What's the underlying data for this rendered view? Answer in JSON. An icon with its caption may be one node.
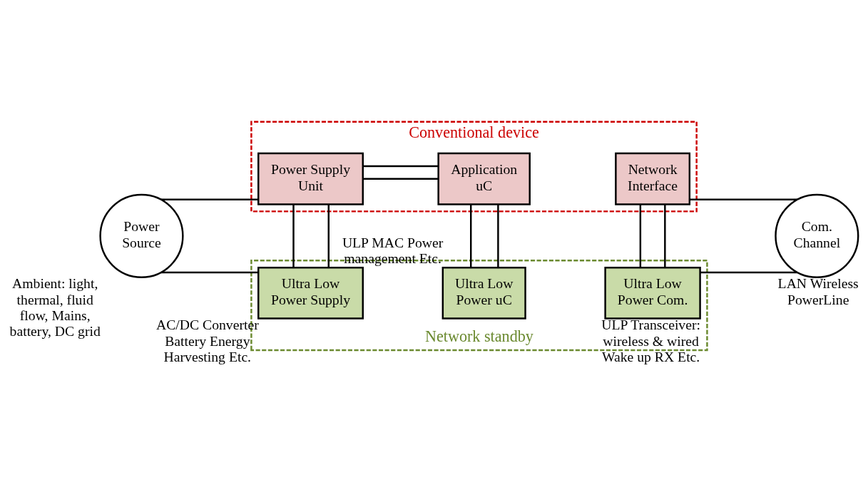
{
  "diagram": {
    "nodes": [
      {
        "text": [
          "Power Source"
        ],
        "beside": [
          "Ambient: light, thermal, fluid flow, Mains, battery, DC grid"
        ]
      },
      {
        "text": [
          "Conventional device"
        ]
      },
      {
        "text": [
          "Power Supply Unit"
        ],
        "in": 1
      },
      {
        "text": [
          "Application",
          "uC"
        ],
        "in": 1
      },
      {
        "text": [
          "Network Interface"
        ],
        "in": 1
      },
      {
        "text": [
          "Network standby"
        ]
      },
      {
        "text": [
          "Ultra Low Power Supply"
        ],
        "in": 5,
        "beside": [
          "AC/DC Converter Battery Energy Harvesting Etc."
        ]
      },
      {
        "text": [
          "Ultra Low Power uC"
        ],
        "in": 5,
        "beside": [
          "ULP MAC Power management Etc."
        ]
      },
      {
        "text": [
          "Ultra Low Power Com."
        ],
        "in": 5,
        "beside": [
          "ULP Transceiver: wireless & wired Wake up RX Etc."
        ]
      },
      {
        "text": [
          "Com. Channel"
        ],
        "beside": [
          "LAN Wireless PowerLine"
        ]
      }
    ],
    "edges": [
      {
        "from": 0,
        "to": 2,
        "arrow": "none"
      },
      {
        "from": 0,
        "to": 6,
        "arrow": "none"
      },
      {
        "from": 2,
        "to": 3,
        "arrow": "none"
      },
      {
        "from": 2,
        "to": 3,
        "arrow": "none"
      },
      {
        "from": 2,
        "to": 6,
        "arrow": "none"
      },
      {
        "from": 2,
        "to": 6,
        "arrow": "none"
      },
      {
        "from": 3,
        "to": 7,
        "arrow": "none"
      },
      {
        "from": 3,
        "to": 7,
        "arrow": "none"
      },
      {
        "from": 4,
        "to": 8,
        "arrow": "none"
      },
      {
        "from": 4,
        "to": 8,
        "arrow": "none"
      },
      {
        "from": 4,
        "to": 9,
        "arrow": "none"
      },
      {
        "from": 8,
        "to": 9,
        "arrow": "none"
      }
    ]
  }
}
